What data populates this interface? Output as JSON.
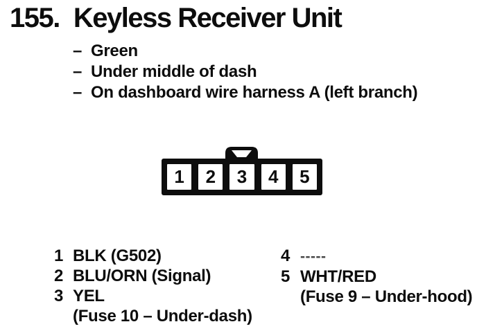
{
  "colors": {
    "ink": "#0d0d0d",
    "paper": "#ffffff",
    "faded_ink": "#474747"
  },
  "header": {
    "section_number": "155.",
    "title": "Keyless Receiver Unit"
  },
  "notes": {
    "bullet": "–",
    "items": [
      "Green",
      "Under middle of dash",
      "On dashboard wire harness A (left branch)"
    ]
  },
  "connector": {
    "cavity_numbers": [
      "1",
      "2",
      "3",
      "4",
      "5"
    ]
  },
  "pinout": {
    "columns": [
      {
        "rows": [
          {
            "pin": "1",
            "label": "BLK (G502)"
          },
          {
            "pin": "2",
            "label": "BLU/ORN (Signal)"
          },
          {
            "pin": "3",
            "label": "YEL"
          },
          {
            "pin": "",
            "label": "(Fuse 10 – Under-dash)"
          }
        ]
      },
      {
        "rows": [
          {
            "pin": "4",
            "label": "-----",
            "not_used": true
          },
          {
            "pin": "5",
            "label": "WHT/RED"
          },
          {
            "pin": "",
            "label": "(Fuse 9 – Under-hood)"
          }
        ]
      }
    ]
  }
}
